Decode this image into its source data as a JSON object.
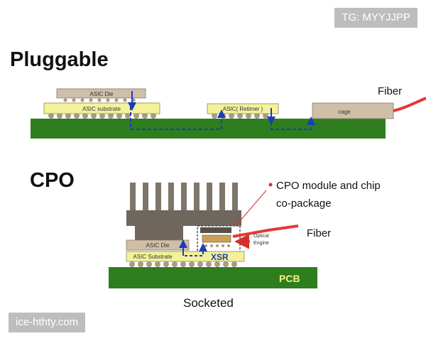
{
  "watermark": {
    "top": "TG: MYYJJPP",
    "bottom": "ice-hthty.com"
  },
  "pluggable": {
    "title": "Pluggable",
    "asic_die": "ASIC Die",
    "asic_substrate": "ASIC substrate",
    "retimer": "ASIC( Retimer )",
    "cage": "cage",
    "fiber": "Fiber"
  },
  "cpo": {
    "title": "CPO",
    "callout_line1": "CPO module and chip",
    "callout_line2": "co-package",
    "fiber": "Fiber",
    "optical_line1": "Optical",
    "optical_line2": "Engine",
    "asic_die": "ASIC Die",
    "asic_substrate": "ASIC Substrate",
    "xsr": "XSR",
    "pcb": "PCB",
    "caption": "Socketed"
  },
  "colors": {
    "pcb": "#2e7d1f",
    "substrate": "#f3f29a",
    "die": "#cfbfa8",
    "heatsink": "#7e756b",
    "fiber": "#e53935",
    "signal": "#1a3db8"
  }
}
